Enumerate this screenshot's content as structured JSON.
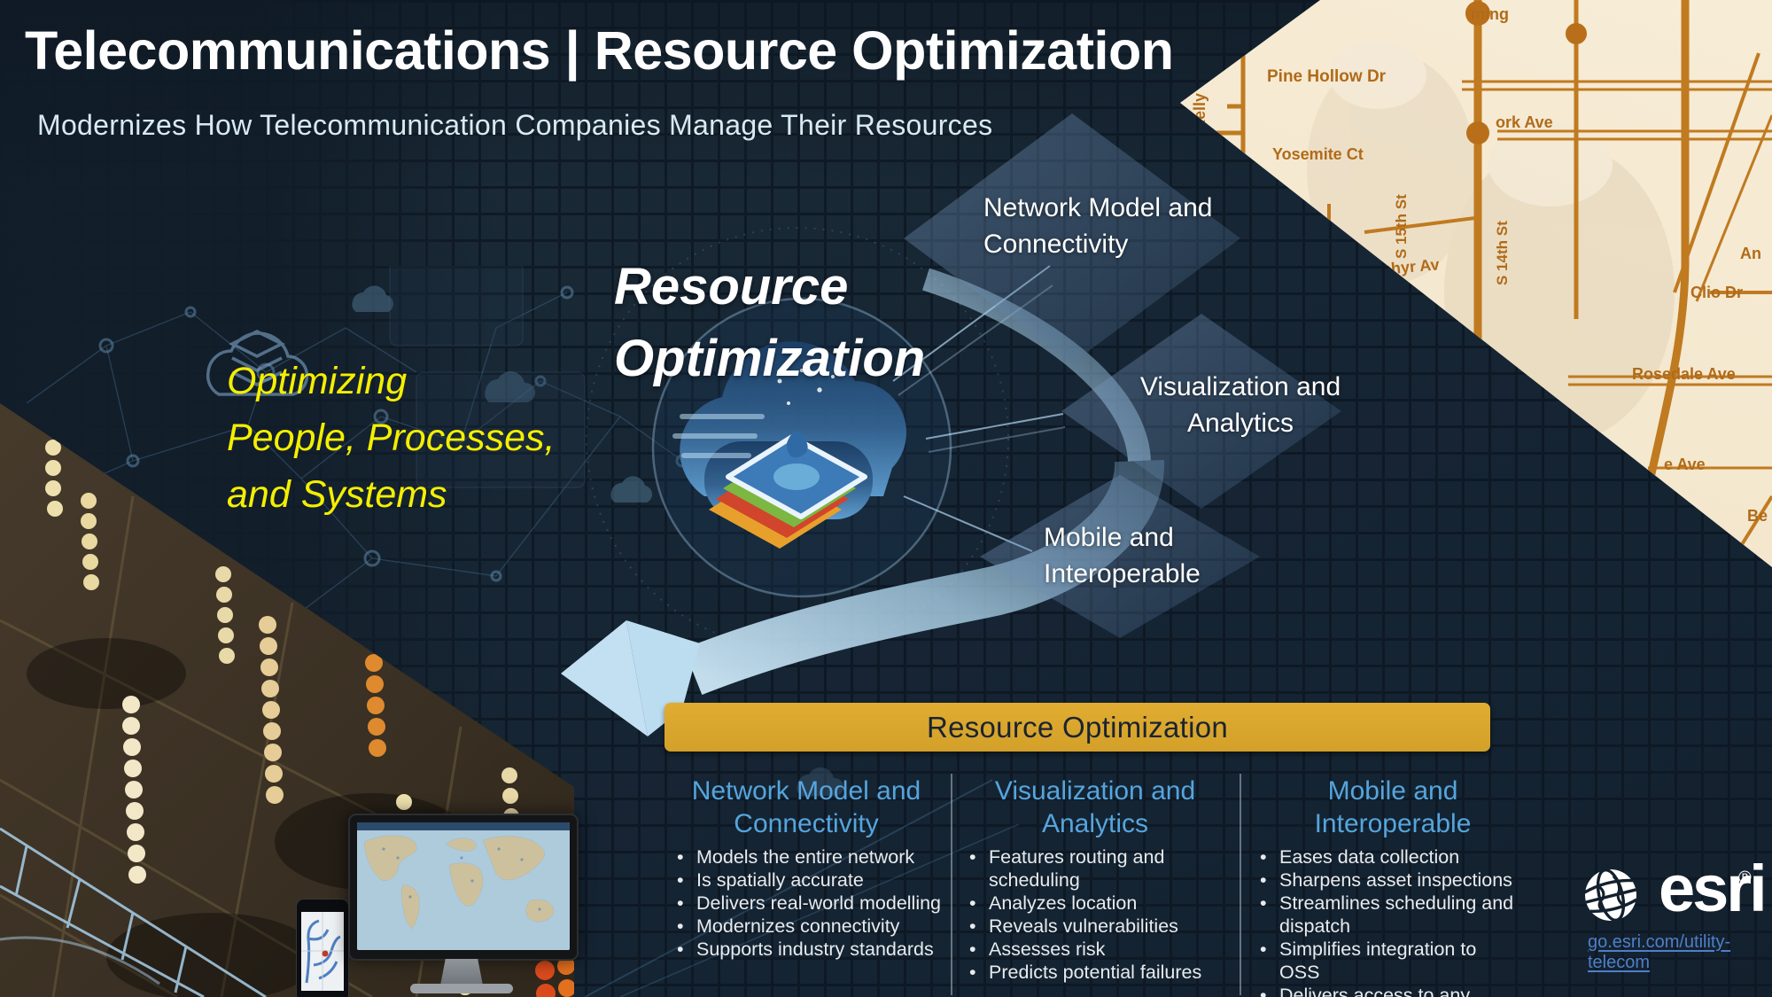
{
  "header": {
    "title": "Telecommunications | Resource Optimization",
    "subtitle": "Modernizes How Telecommunication Companies Manage Their Resources"
  },
  "tagline": {
    "lines": [
      "Optimizing",
      "People, Processes,",
      "and Systems"
    ]
  },
  "hub": {
    "lines": [
      "Resource",
      "Optimization"
    ]
  },
  "callouts": [
    {
      "lines": [
        "Network Model and",
        "Connectivity"
      ]
    },
    {
      "lines": [
        "Visualization and",
        "Analytics"
      ]
    },
    {
      "lines": [
        "Mobile and",
        "Interoperable"
      ]
    }
  ],
  "banner": {
    "label": "Resource Optimization"
  },
  "columns": [
    {
      "title_lines": [
        "Network Model and",
        "Connectivity"
      ],
      "bullets": [
        "Models the entire network",
        "Is spatially accurate",
        "Delivers real-world modelling",
        "Modernizes connectivity",
        "Supports industry standards"
      ]
    },
    {
      "title_lines": [
        "Visualization and",
        "Analytics"
      ],
      "bullets": [
        "Features routing and scheduling",
        "Analyzes location",
        "Reveals vulnerabilities",
        "Assesses risk",
        "Predicts potential failures"
      ]
    },
    {
      "title_lines": [
        "Mobile and",
        "Interoperable"
      ],
      "bullets": [
        "Eases data collection",
        "Sharpens asset inspections",
        "Streamlines scheduling and dispatch",
        "Simplifies integration to OSS",
        "Delivers access to any device"
      ]
    }
  ],
  "footer": {
    "brand": "esri",
    "registered_mark": "®",
    "link": "go.esri.com/utility-telecom"
  },
  "map_inset": {
    "street_labels": [
      "Pine Hollow Dr",
      "Yosemite Ct",
      "Kelly",
      "S 15th St",
      "S 14th St",
      "ork Ave",
      "ming",
      "Zephyr Av",
      "Clio Dr",
      "Rosedale Ave",
      "e Ave",
      "An",
      "Be"
    ]
  },
  "colors": {
    "background_navy": "#13202E",
    "banner_gold": "#D9A62E",
    "heading_blue": "#55A5DE",
    "tagline_yellow": "#F4EF00",
    "link_blue": "#4F7FC8",
    "map_paper": "#F4E7CF",
    "map_road_orange": "#C07A20",
    "swoosh_blue": "#BCDCF0"
  }
}
